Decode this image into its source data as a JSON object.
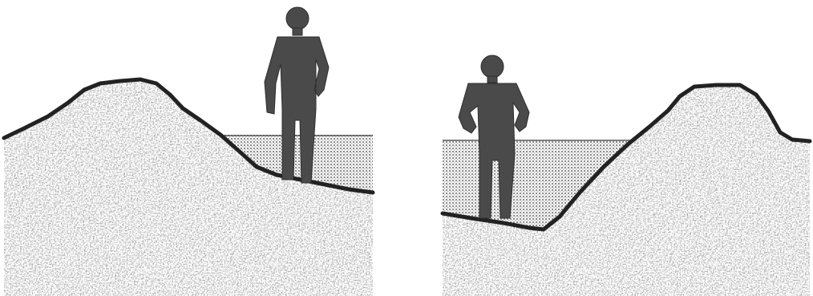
{
  "figure": {
    "panels": [
      {
        "id": "left",
        "depicts": [
          "earth-mound",
          "standing-person",
          "water-pool"
        ]
      },
      {
        "id": "right",
        "depicts": [
          "standing-person",
          "water-pool",
          "earth-mound"
        ]
      }
    ],
    "colors": {
      "earth_outline": "#222222",
      "earth_speckle_dark": "#2a2a2a",
      "earth_speckle_mid": "#6a6a6a",
      "water_dot": "#8a8a8a",
      "person_fill": "#4a4a4a",
      "background": "#ffffff"
    },
    "icons": [
      "earth-mound-icon",
      "person-icon",
      "water-pool-icon"
    ]
  }
}
